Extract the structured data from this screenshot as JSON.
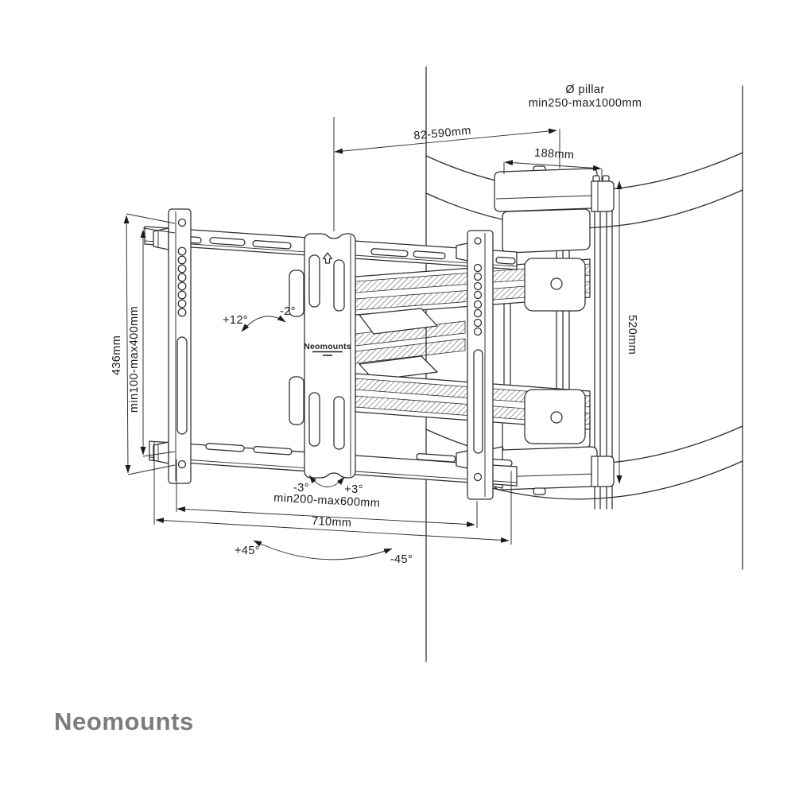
{
  "dimensions": {
    "pillar_diameter_line1": "Ø pillar",
    "pillar_diameter_line2": "min250-max1000mm",
    "wall_distance": "82-590mm",
    "clamp_width": "188mm",
    "clamp_height": "520mm",
    "bracket_height": "436mm",
    "vesa_vertical_range": "min100-max400mm",
    "vesa_horizontal_range": "min200-max600mm",
    "total_width": "710mm"
  },
  "angles": {
    "tilt_up": "+12°",
    "tilt_down": "-2°",
    "roll_left": "-3°",
    "roll_right": "+3°",
    "swivel_left": "+45°",
    "swivel_right": "-45°"
  },
  "branding": {
    "plate_logo": "Neomounts",
    "footer_logo": "Neomounts"
  },
  "colors": {
    "line": "#2d2d2d",
    "text": "#1b1b1b",
    "footer_gray": "#7c7c7c",
    "background": "#ffffff"
  }
}
